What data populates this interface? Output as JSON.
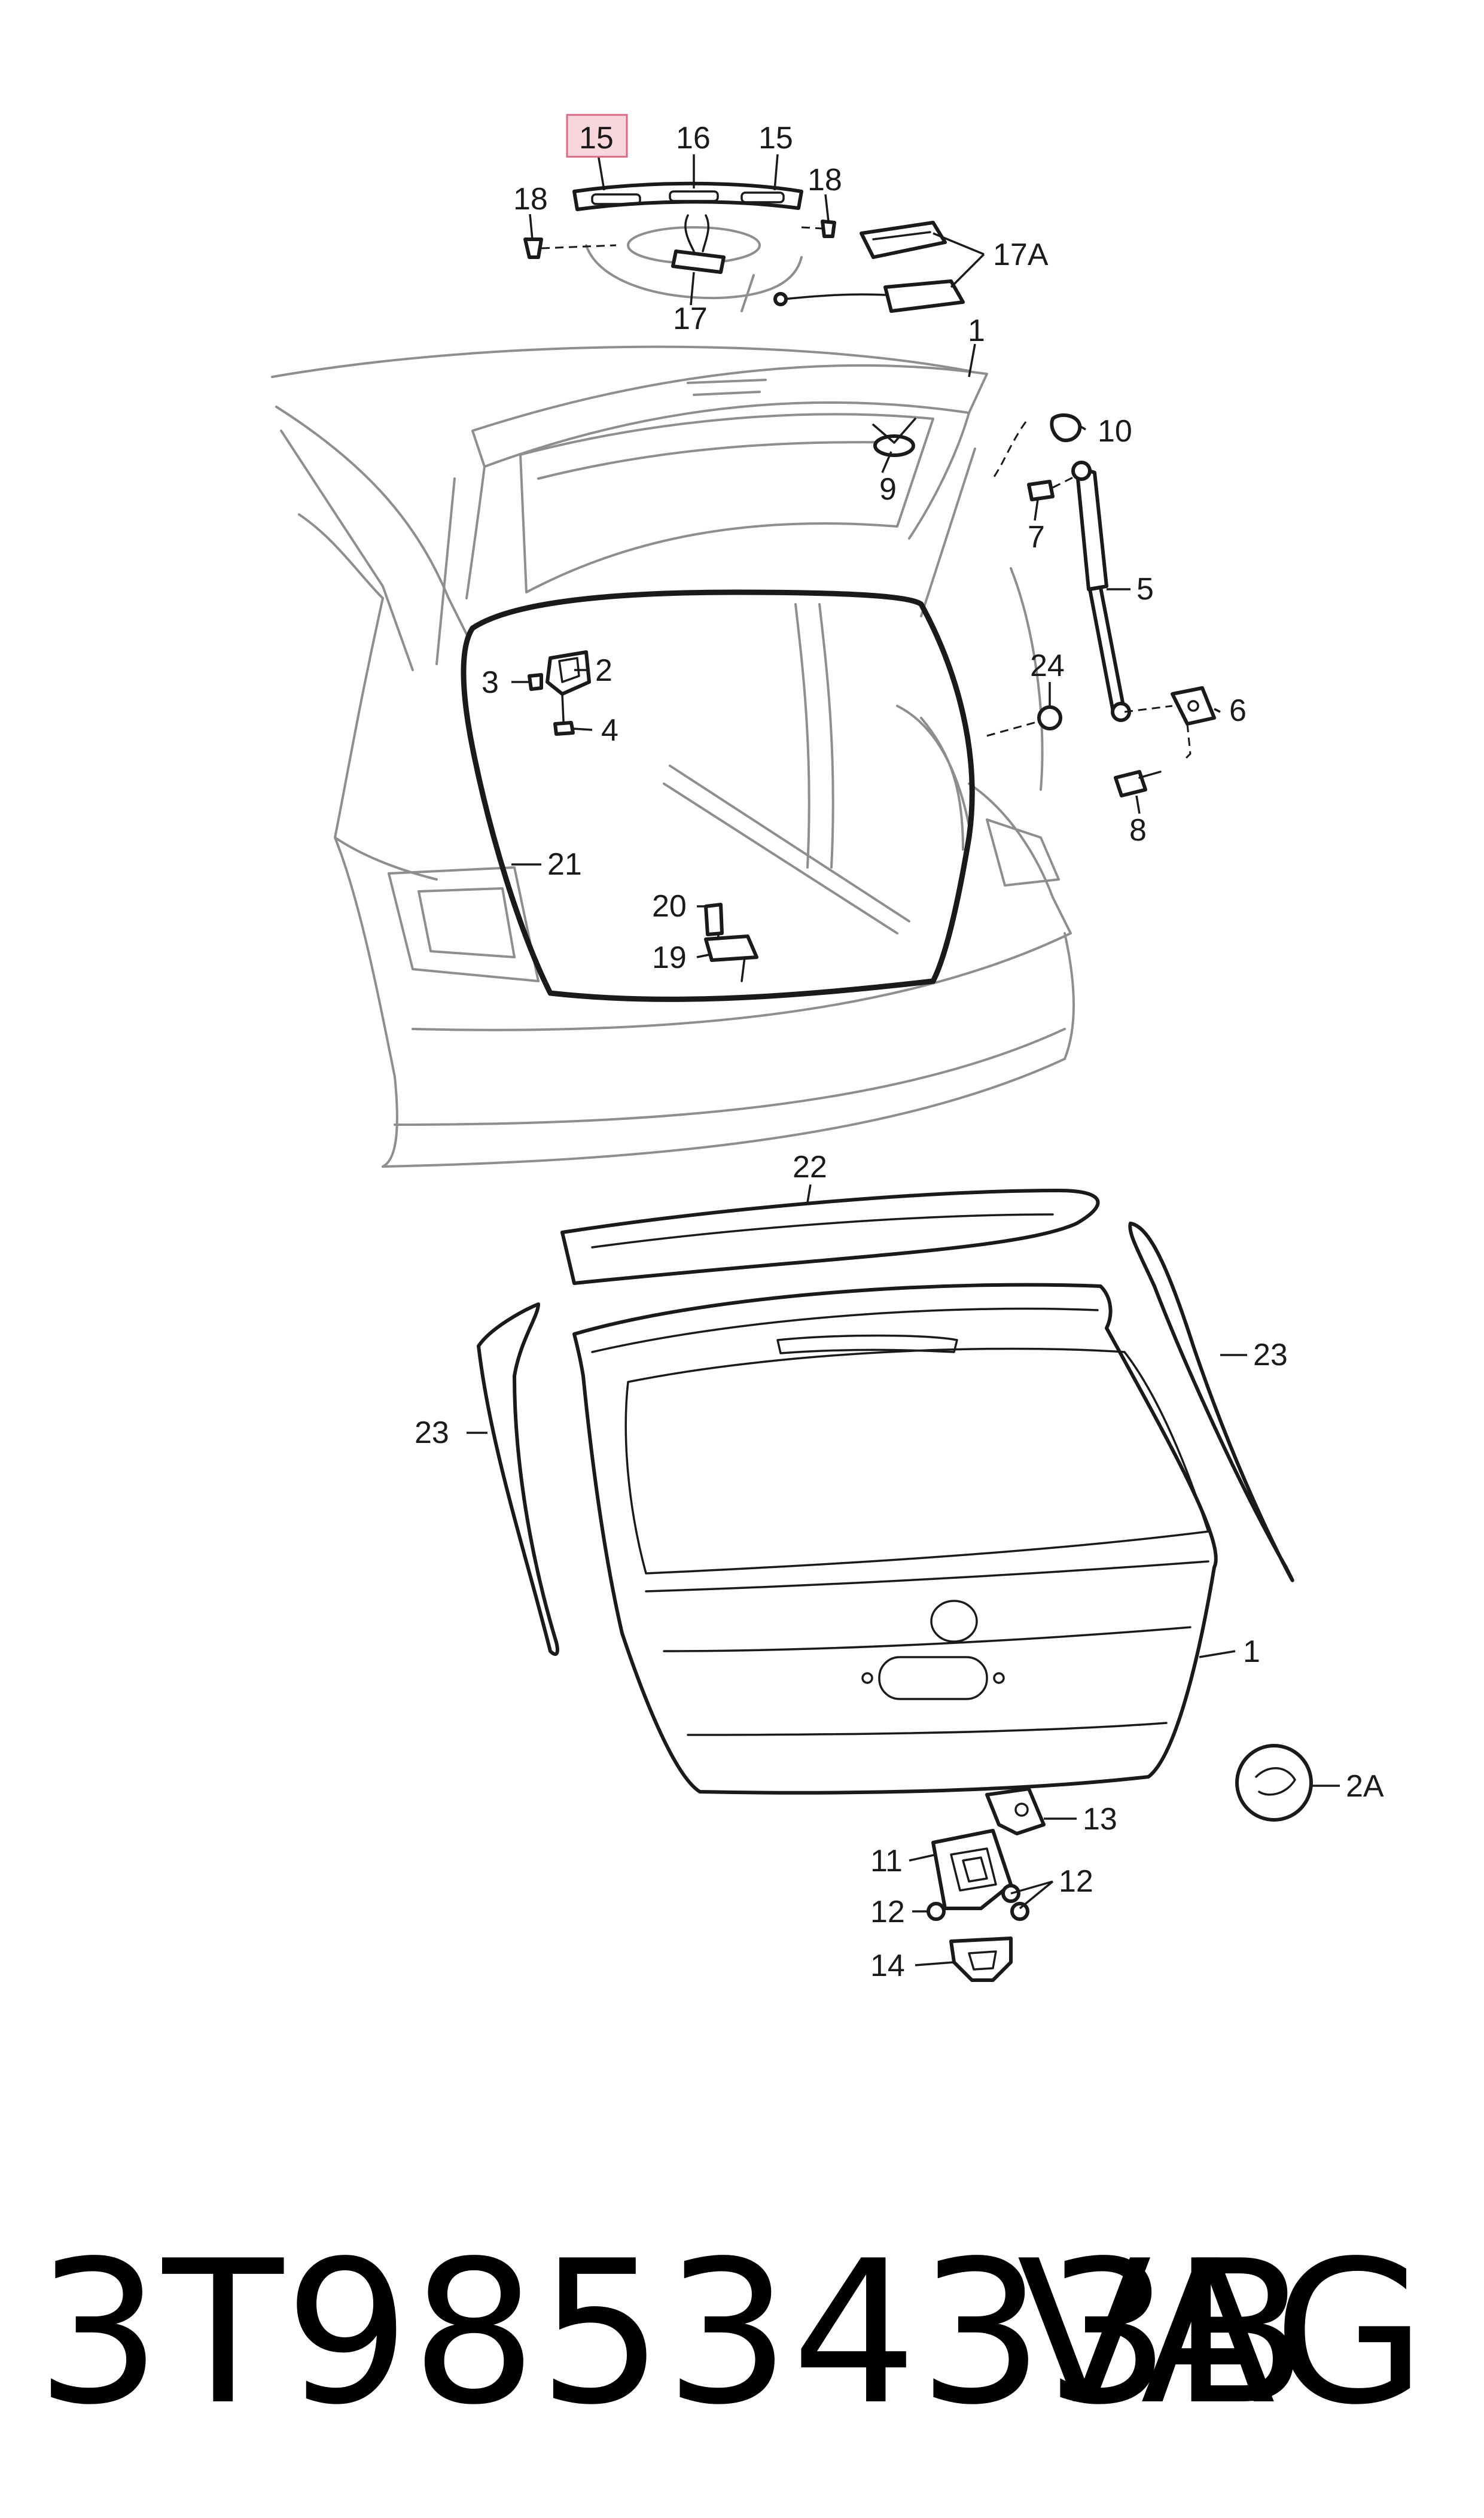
{
  "labels": {
    "l15_hi": "15",
    "l16": "16",
    "l15": "15",
    "l18_right": "18",
    "l18_left": "18",
    "l17a": "17A",
    "l17": "17",
    "l1_top": "1",
    "l10": "10",
    "l9": "9",
    "l7": "7",
    "l5": "5",
    "l24": "24",
    "l6": "6",
    "l8": "8",
    "l2": "2",
    "l3": "3",
    "l4": "4",
    "l21": "21",
    "l20": "20",
    "l19": "19",
    "l22": "22",
    "l23_right": "23",
    "l23_left": "23",
    "l1_bottom": "1",
    "l2a": "2A",
    "l13": "13",
    "l11": "11",
    "l12_right": "12",
    "l12_left": "12",
    "l14": "14"
  },
  "footer": {
    "part_number": "3T9853433B",
    "brand": "VAG"
  },
  "colors": {
    "highlight_fill": "#f9d6dd",
    "highlight_border": "#d66a80",
    "line": "#1a1a1a",
    "car_outline": "#8e8e8e"
  }
}
